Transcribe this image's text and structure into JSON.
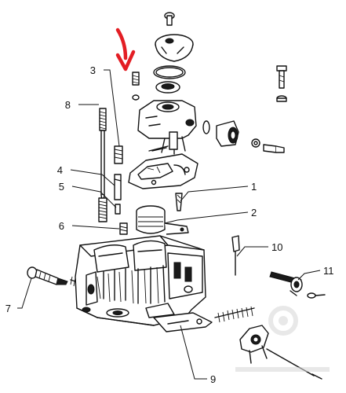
{
  "diagram": {
    "callouts": [
      {
        "id": "c1",
        "label": "1"
      },
      {
        "id": "c2",
        "label": "2"
      },
      {
        "id": "c3",
        "label": "3"
      },
      {
        "id": "c4",
        "label": "4"
      },
      {
        "id": "c5",
        "label": "5"
      },
      {
        "id": "c6",
        "label": "6"
      },
      {
        "id": "c7",
        "label": "7"
      },
      {
        "id": "c8",
        "label": "8"
      },
      {
        "id": "c9",
        "label": "9"
      },
      {
        "id": "c10",
        "label": "10"
      },
      {
        "id": "c11",
        "label": "11"
      }
    ],
    "colors": {
      "line_art": "#111111",
      "background": "#ffffff",
      "pointer_arrow": "#e31e24",
      "watermark": "#d6d6d6"
    },
    "pointer": {
      "icon": "red-arrow-icon",
      "target_callout": "3"
    }
  }
}
